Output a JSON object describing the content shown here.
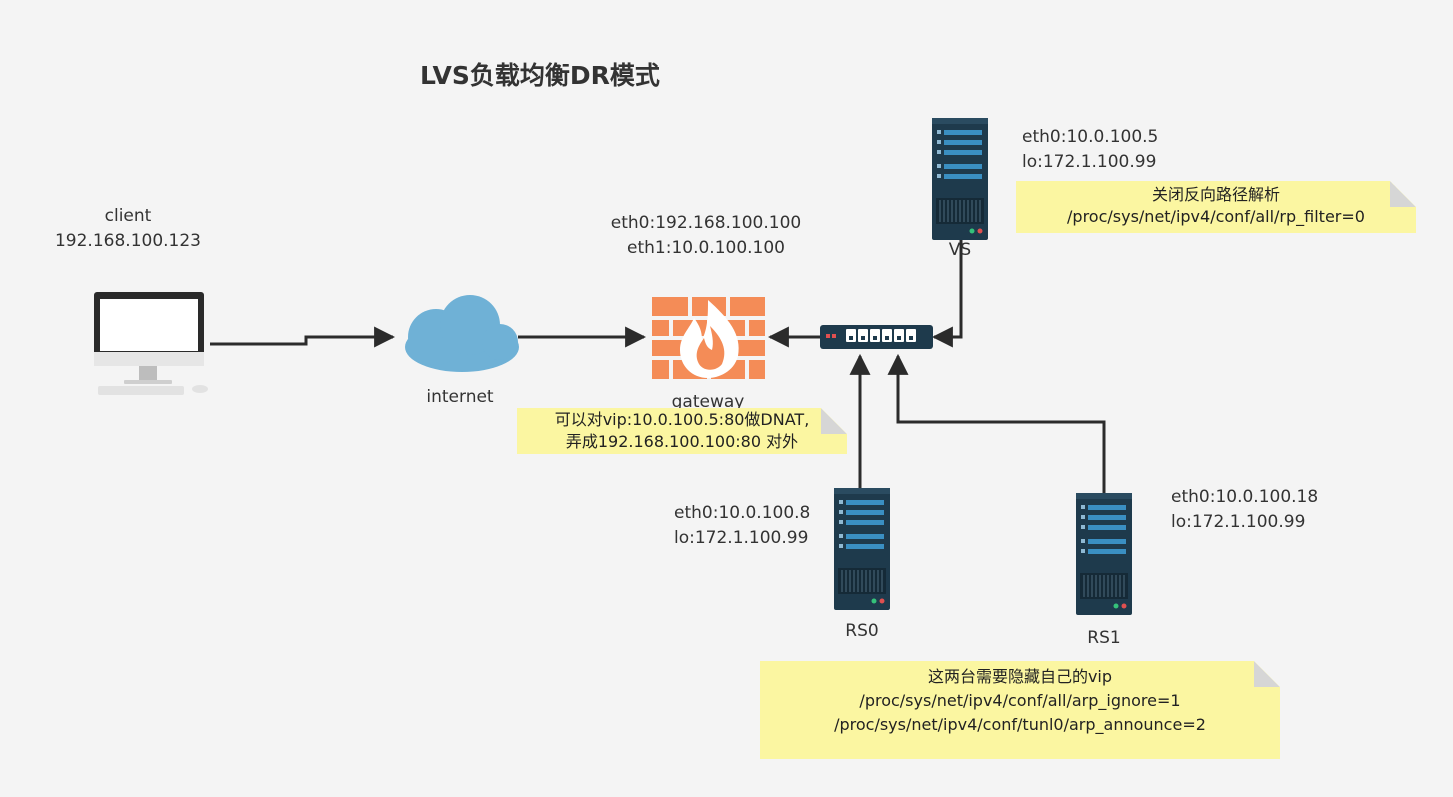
{
  "title": "LVS负载均衡DR模式",
  "nodes": {
    "client": {
      "name": "client",
      "ip": "192.168.100.123"
    },
    "internet": {
      "name": "internet"
    },
    "gateway": {
      "name": "gateway",
      "eth0": "eth0:192.168.100.100",
      "eth1": "eth1:10.0.100.100"
    },
    "vs": {
      "name": "VS",
      "eth0": "eth0:10.0.100.5",
      "lo": "lo:172.1.100.99"
    },
    "rs0": {
      "name": "RS0",
      "eth0": "eth0:10.0.100.8",
      "lo": "lo:172.1.100.99"
    },
    "rs1": {
      "name": "RS1",
      "eth0": "eth0:10.0.100.18",
      "lo": "lo:172.1.100.99"
    }
  },
  "notes": {
    "vs_note": {
      "line1": "关闭反向路径解析",
      "line2": "/proc/sys/net/ipv4/conf/all/rp_filter=0"
    },
    "gateway_note": {
      "line1": "可以对vip:10.0.100.5:80做DNAT,",
      "line2": "弄成192.168.100.100:80 对外"
    },
    "rs_note": {
      "line1": "这两台需要隐藏自己的vip",
      "line2": "/proc/sys/net/ipv4/conf/all/arp_ignore=1",
      "line3": "/proc/sys/net/ipv4/conf/tunl0/arp_announce=2"
    }
  },
  "colors": {
    "server_body": "#1e3a4c",
    "server_slot": "#3a8fc2",
    "firewall": "#f48c57",
    "cloud": "#6fb1d6",
    "note_bg": "#fbf6a1",
    "line": "#2b2b2b"
  },
  "icons": {
    "client": "desktop-computer-icon",
    "internet": "cloud-icon",
    "gateway": "firewall-icon",
    "switch": "network-switch-icon",
    "servers": "server-tower-icon"
  }
}
